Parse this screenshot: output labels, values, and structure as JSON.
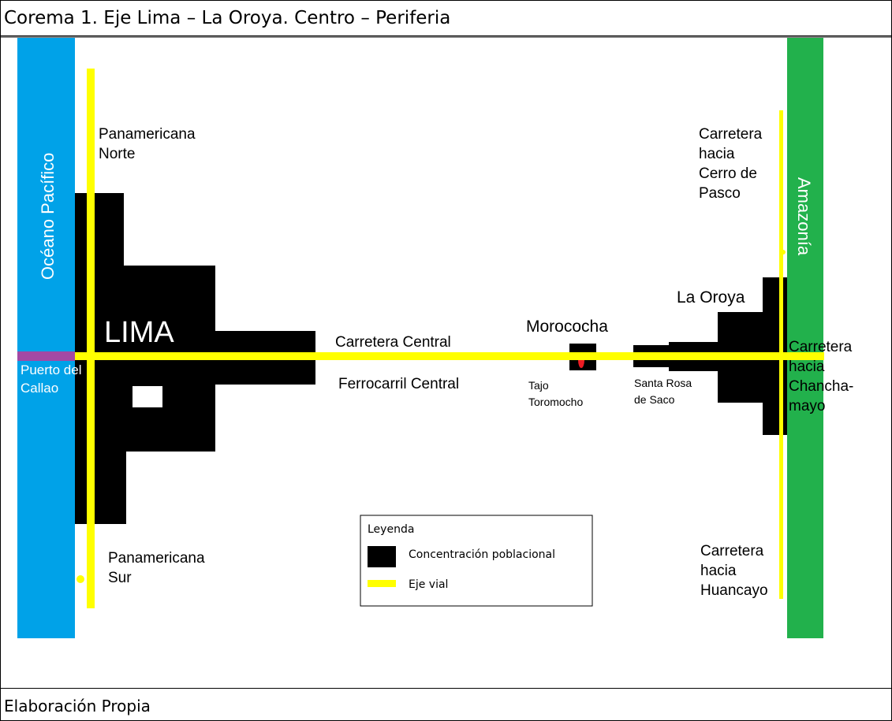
{
  "title": "Corema 1. Eje Lima – La Oroya.  Centro – Periferia",
  "footer": "Elaboración Propia",
  "colors": {
    "ocean": "#00a2e8",
    "amazon": "#22b14c",
    "population": "#000000",
    "road": "#ffff00",
    "port": "#a349a4",
    "mine": "#ed1c24"
  },
  "labels": {
    "ocean": "Océano Pacífico",
    "amazon": "Amazonía",
    "lima": "LIMA",
    "pan_norte_1": "Panamericana",
    "pan_norte_2": "Norte",
    "pan_sur_1": "Panamericana",
    "pan_sur_2": "Sur",
    "puerto_1": "Puerto del",
    "puerto_2": "Callao",
    "carretera_central": "Carretera Central",
    "ferrocarril_central": "Ferrocarril Central",
    "morococha": "Morococha",
    "tajo_1": "Tajo",
    "tajo_2": "Toromocho",
    "santa_rosa_1": "Santa Rosa",
    "santa_rosa_2": "de Saco",
    "la_oroya": "La Oroya",
    "cerro_1": "Carretera",
    "cerro_2": "hacia",
    "cerro_3": "Cerro de",
    "cerro_4": "Pasco",
    "chancha_1": "Carretera",
    "chancha_2": "hacia",
    "chancha_3": "Chancha-",
    "chancha_4": "mayo",
    "huanc_1": "Carretera",
    "huanc_2": "hacia",
    "huanc_3": "Huancayo"
  },
  "legend": {
    "title": "Leyenda",
    "population": "Concentración poblacional",
    "road": "Eje vial"
  }
}
